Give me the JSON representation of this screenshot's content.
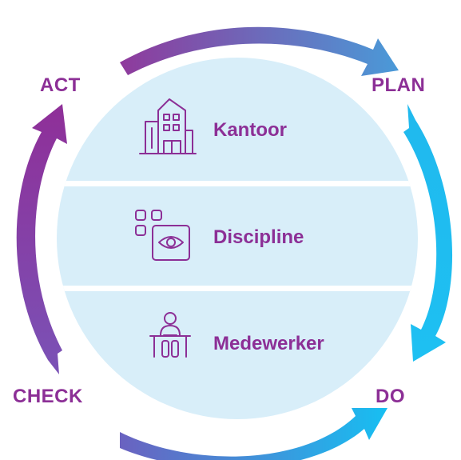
{
  "phases": {
    "act": "ACT",
    "plan": "PLAN",
    "do": "DO",
    "check": "CHECK"
  },
  "levels": [
    {
      "label": "Kantoor",
      "icon": "office-building-icon"
    },
    {
      "label": "Discipline",
      "icon": "discipline-eye-icon"
    },
    {
      "label": "Medewerker",
      "icon": "employee-at-desk-icon"
    }
  ],
  "colors": {
    "purple": "#8c2f96",
    "light_blue_fill": "#d8eef9",
    "cyan": "#1bbcf0",
    "violet_blue": "#5b7ccf"
  }
}
